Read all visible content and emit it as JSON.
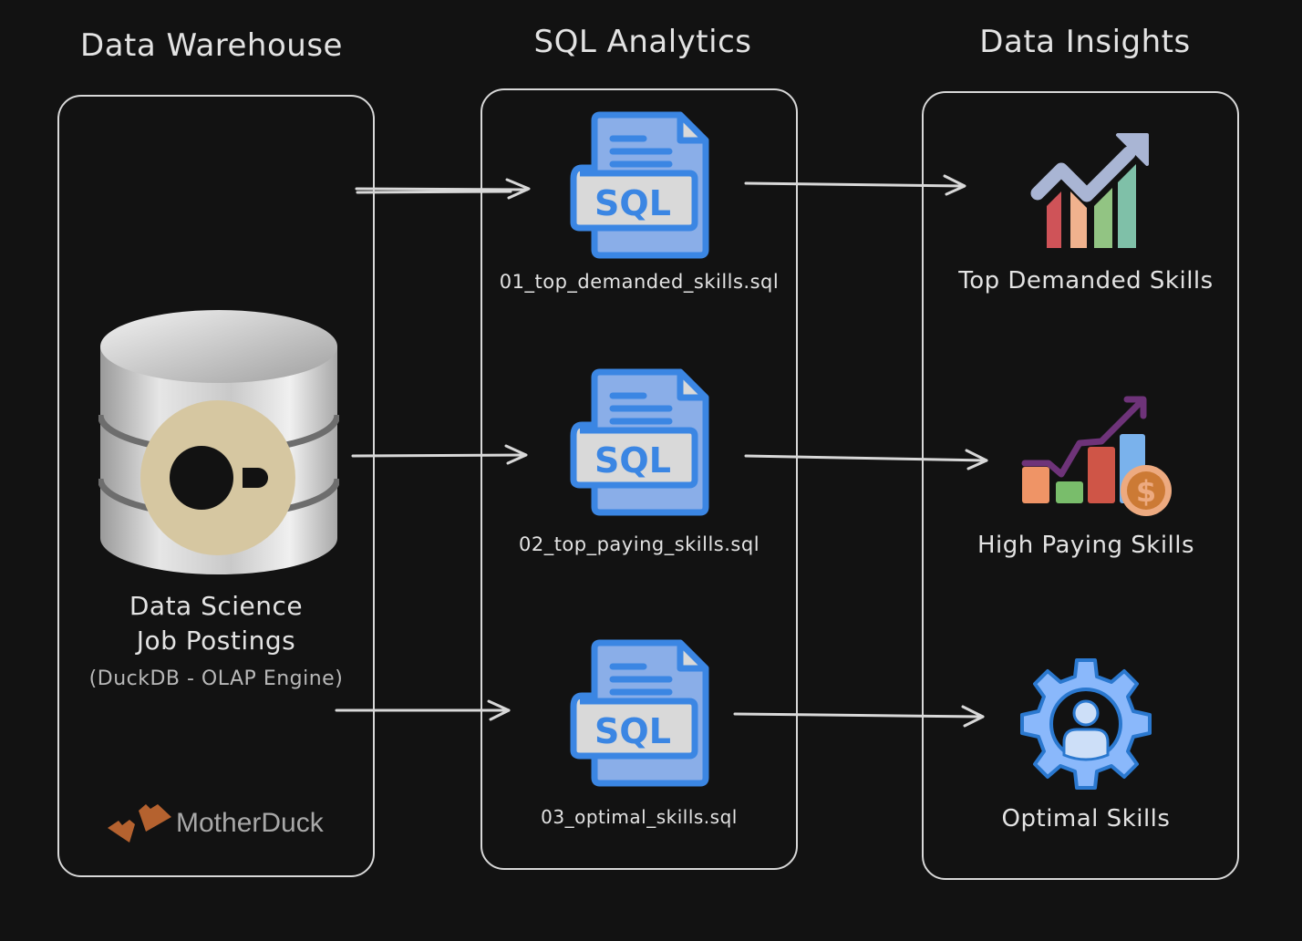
{
  "columns": {
    "warehouse": {
      "title": "Data Warehouse",
      "db_label_line1": "Data Science",
      "db_label_line2": "Job Postings",
      "db_sublabel": "(DuckDB - OLAP Engine)",
      "brand": "MotherDuck",
      "icons": [
        "database-cylinder-icon",
        "duckdb-logo-icon",
        "motherduck-feet-icon"
      ]
    },
    "analytics": {
      "title": "SQL Analytics",
      "files": [
        {
          "name": "01_top_demanded_skills.sql",
          "icon": "sql-file-icon",
          "badge": "SQL"
        },
        {
          "name": "02_top_paying_skills.sql",
          "icon": "sql-file-icon",
          "badge": "SQL"
        },
        {
          "name": "03_optimal_skills.sql",
          "icon": "sql-file-icon",
          "badge": "SQL"
        }
      ]
    },
    "insights": {
      "title": "Data Insights",
      "items": [
        {
          "label": "Top Demanded Skills",
          "icon": "trending-bar-chart-icon"
        },
        {
          "label": "High Paying Skills",
          "icon": "bar-chart-dollar-icon"
        },
        {
          "label": "Optimal Skills",
          "icon": "gear-user-icon"
        }
      ]
    }
  },
  "colors": {
    "background": "#121212",
    "stroke": "#d8d8d8",
    "text": "#e3e3e3",
    "sql_blue": "#3b86e3",
    "sql_fill": "#8aaee8",
    "duck_orange": "#b5622f",
    "duckdb_beige": "#d6c7a1"
  }
}
